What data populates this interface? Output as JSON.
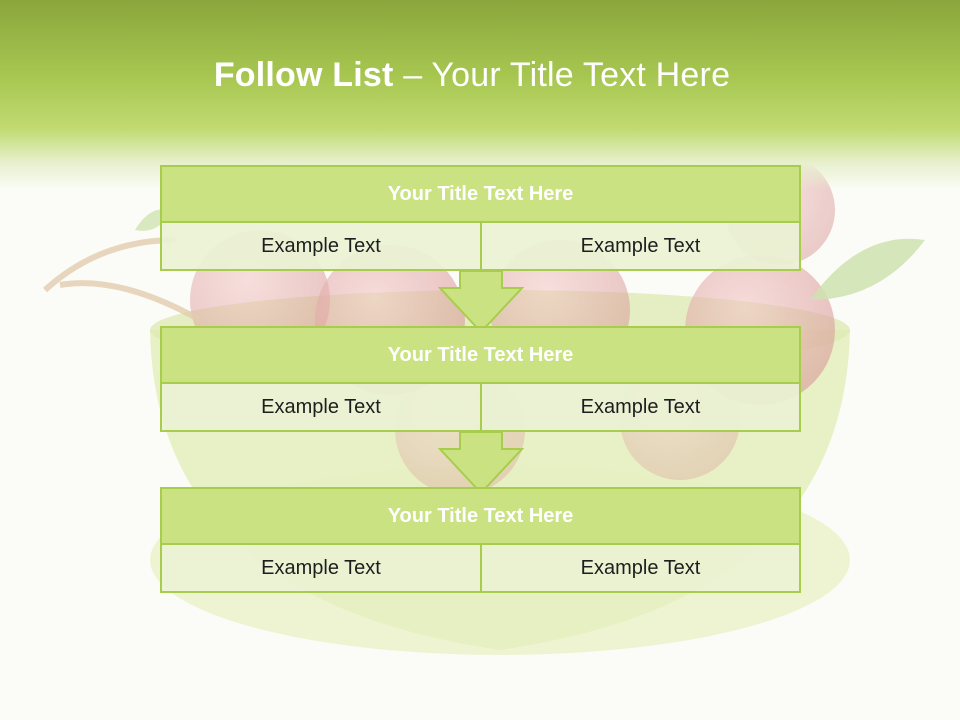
{
  "header": {
    "title_bold": "Follow List",
    "title_rest": " – Your Title Text Here"
  },
  "colors": {
    "accent": "#a8cd4c",
    "title_fill": "#cbe283",
    "cell_fill": "#eaf2d4",
    "header_green": "#8aa63d"
  },
  "background": {
    "icon": "cherry-bowl-photo"
  },
  "steps": [
    {
      "title": "Your Title Text Here",
      "left": "Example Text",
      "right": "Example Text"
    },
    {
      "title": "Your Title Text Here",
      "left": "Example Text",
      "right": "Example Text"
    },
    {
      "title": "Your Title Text Here",
      "left": "Example Text",
      "right": "Example Text"
    }
  ],
  "connectors": [
    {
      "icon": "down-arrow-icon"
    },
    {
      "icon": "down-arrow-icon"
    }
  ]
}
